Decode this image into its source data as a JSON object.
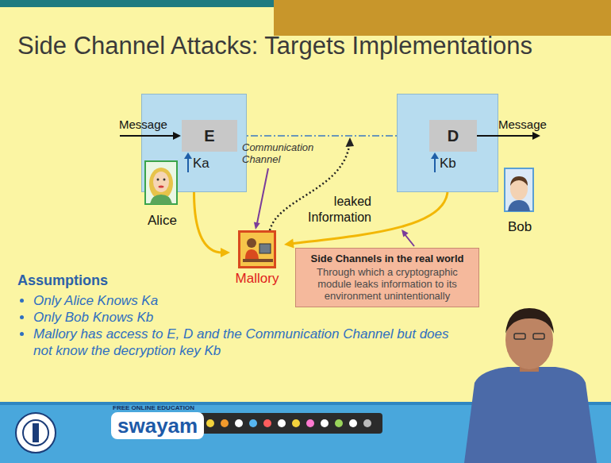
{
  "diagram": {
    "title": "Side Channel Attacks: Targets Implementations",
    "nodes": [
      {
        "text": [
          "Ka"
        ]
      },
      {
        "text": [
          "E"
        ],
        "in": 0
      },
      {
        "text": [
          "Kb"
        ]
      },
      {
        "text": [
          "D"
        ],
        "in": 2
      },
      {
        "text": [
          "Mallory"
        ]
      },
      {
        "text": [
          "Side Channels in the real world",
          "Through which a cryptographic module leaks information to its environment unintentionally"
        ]
      }
    ],
    "edges": [
      {
        "from": 1,
        "to": 3,
        "arrow": "to",
        "label": "Communication Channel"
      },
      {
        "from": 0,
        "to": 4,
        "arrow": "to"
      },
      {
        "from": 2,
        "to": 4,
        "arrow": "to"
      }
    ],
    "labels": [
      "Message",
      "Message",
      "leaked Information",
      "Alice",
      "Bob",
      "Assumptions",
      "Only Alice Knows Ka",
      "Only Bob Knows Kb",
      "Mallory has access to E, D and the Communication Channel but does not know the decryption key Kb",
      "FREE ONLINE EDUCATION",
      "swayam"
    ]
  }
}
